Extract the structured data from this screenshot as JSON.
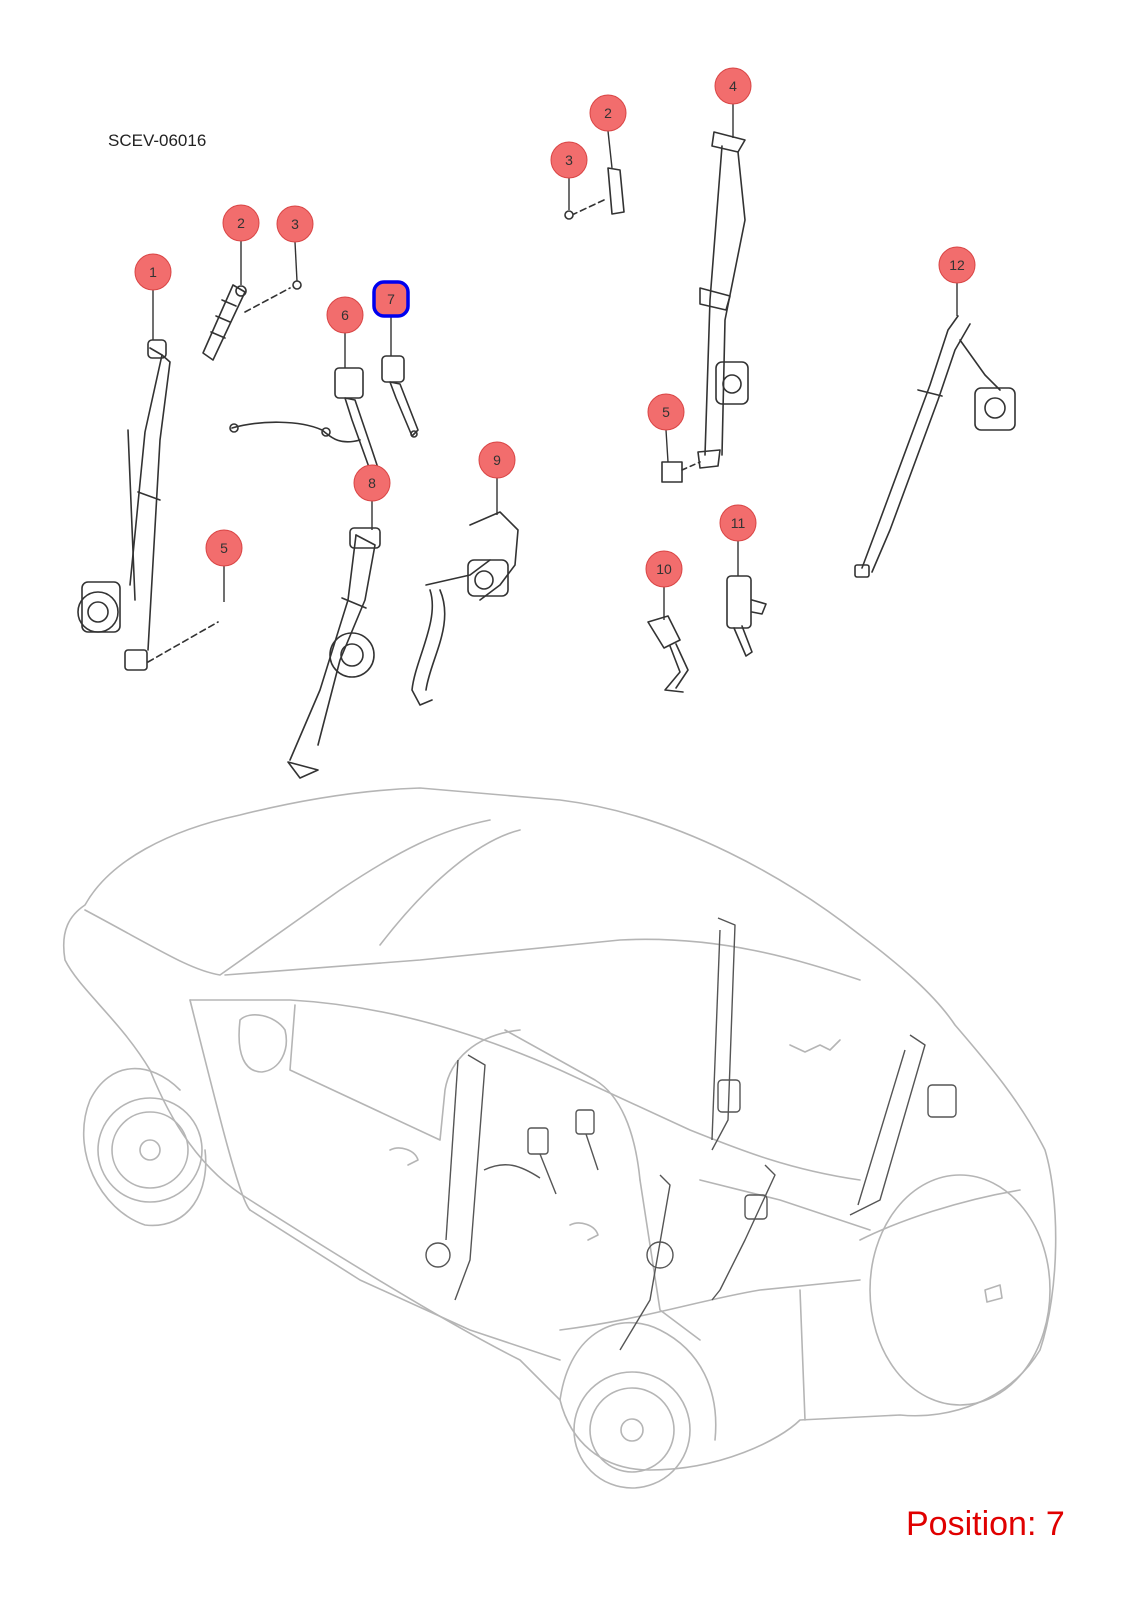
{
  "diagram_code": "SCEV-06016",
  "position_label": "Position: 7",
  "selected_position": "7",
  "colors": {
    "callout_fill": "#f26d6d",
    "callout_stroke": "#d94545",
    "selected_stroke": "#0000ee",
    "position_text": "#e00000",
    "line_art": "#333333",
    "vehicle_outline": "#b5b5b5"
  },
  "callouts": [
    {
      "id": "c1",
      "label": "1"
    },
    {
      "id": "c2a",
      "label": "2"
    },
    {
      "id": "c3a",
      "label": "3"
    },
    {
      "id": "c2b",
      "label": "2"
    },
    {
      "id": "c3b",
      "label": "3"
    },
    {
      "id": "c4",
      "label": "4"
    },
    {
      "id": "c5a",
      "label": "5"
    },
    {
      "id": "c5b",
      "label": "5"
    },
    {
      "id": "c6",
      "label": "6"
    },
    {
      "id": "c7",
      "label": "7"
    },
    {
      "id": "c8",
      "label": "8"
    },
    {
      "id": "c9",
      "label": "9"
    },
    {
      "id": "c10",
      "label": "10"
    },
    {
      "id": "c11",
      "label": "11"
    },
    {
      "id": "c12",
      "label": "12"
    }
  ]
}
